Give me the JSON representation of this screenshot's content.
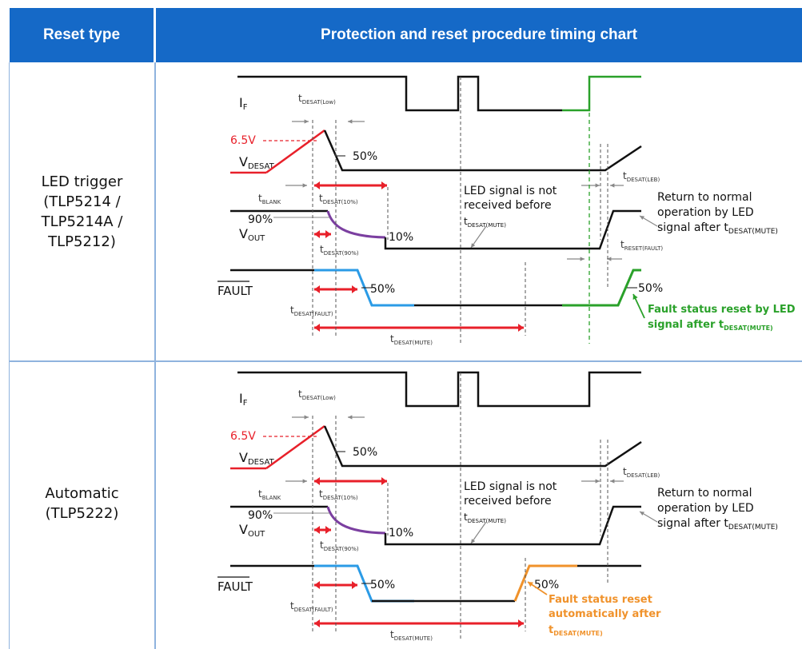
{
  "header": {
    "col1": "Reset type",
    "col2": "Protection and reset procedure timing chart"
  },
  "rows": [
    {
      "label_lines": [
        "LED trigger",
        "(TLP5214 /",
        "TLP5214A /",
        "TLP5212)"
      ],
      "return_note": [
        "Return to normal",
        "operation by LED",
        "signal after t"
      ],
      "fault_note": [
        "Fault status reset by LED",
        "signal after t"
      ],
      "fault_note_color": "#2aa12a"
    },
    {
      "label_lines": [
        "Automatic",
        "(TLP5222)"
      ],
      "return_note": [
        "Return to normal",
        "operation by LED",
        "signal after t"
      ],
      "fault_note": [
        "Fault status reset",
        "automatically after",
        "t"
      ],
      "fault_note_color": "#f0922b"
    }
  ],
  "signals": {
    "if_main": "I",
    "if_sub": "F",
    "vdesat_main": "V",
    "vdesat_sub": "DESAT",
    "vout_main": "V",
    "vout_sub": "OUT",
    "fault": "FAULT"
  },
  "labels": {
    "t": "t",
    "desat_low": "DESAT(Low)",
    "blank": "BLANK",
    "desat_10": "DESAT(10%)",
    "desat_90": "DESAT(90%)",
    "desat_fault": "DESAT(FAULT)",
    "desat_mute": "DESAT(MUTE)",
    "desat_leb": "DESAT(LEB)",
    "reset_fault": "RESET(FAULT)",
    "v65": "6.5V",
    "p50": "50%",
    "p90": "90%",
    "p10": "10%",
    "led_note": [
      "LED signal is not",
      "received before",
      "t"
    ]
  },
  "colors": {
    "header_bg": "#1569c7",
    "grid": "#8fb3de",
    "red": "#e8202a",
    "purple": "#7b3fa0",
    "blue": "#2b9be6",
    "green": "#2aa12a",
    "orange": "#f0922b",
    "gray": "#888888"
  }
}
